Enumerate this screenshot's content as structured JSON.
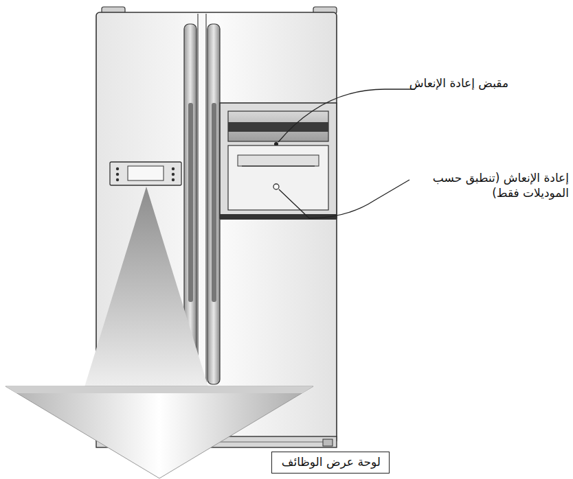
{
  "diagram": {
    "nodes": [
      {
        "text": [
          "لوحة عرض الوظائف"
        ]
      }
    ],
    "labels": [
      "مقبض إعادة الإنعاش",
      "إعادة الإنعاش (تنطبق حسب الموديلات فقط)"
    ]
  }
}
